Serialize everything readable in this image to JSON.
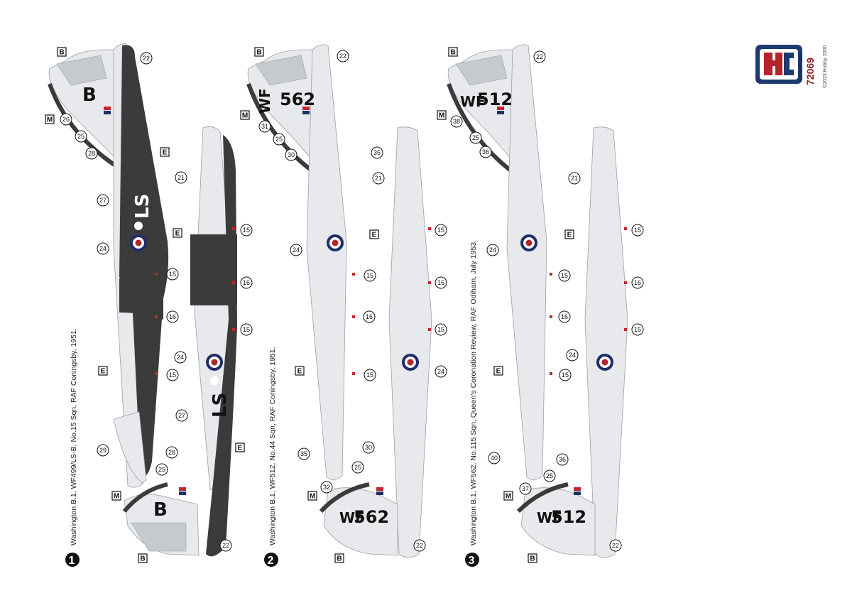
{
  "brand": {
    "product_code": "72069",
    "brand_name": "HOBBY 2000",
    "copyright": "©2023 Hobby 2000",
    "colors": {
      "blue": "#1c3a6e",
      "red": "#b3242b"
    }
  },
  "schemes": [
    {
      "number": "1",
      "caption": "Washington B.1, WF499/LS-B, No.15 Sqn, RAF Coningsby, 1951.",
      "codes": {
        "squadron": "LS",
        "letter": "B",
        "serial": "WF499"
      },
      "finish": "black undersides, light aircraft grey upper surfaces"
    },
    {
      "number": "2",
      "caption": "Washington B.1, WF512, No.44 Sqn, RAF Coningsby, 1951.",
      "codes": {
        "prefix": "WF",
        "serial_no": "562",
        "serial_small": "WF562"
      }
    },
    {
      "number": "3",
      "caption": "Washington B.1, WF562, No.115 Sqn, Queen’s Coronation Review, RAF Odiham, July 1953.",
      "codes": {
        "prefix": "WF",
        "serial_no": "512",
        "serial_small": "WF512"
      }
    }
  ],
  "letter_markers": {
    "B": "B",
    "M": "M",
    "E": "E"
  },
  "callouts": {
    "s1": [
      "22",
      "26",
      "25",
      "28",
      "27",
      "24",
      "15",
      "16",
      "15",
      "29",
      "28",
      "25",
      "22",
      "21",
      "15",
      "16",
      "15",
      "24",
      "27"
    ],
    "s2": [
      "22",
      "31",
      "25",
      "30",
      "35",
      "21",
      "24",
      "15",
      "16",
      "15",
      "15",
      "16",
      "15",
      "24",
      "35",
      "30",
      "25",
      "32",
      "22"
    ],
    "s3": [
      "22",
      "38",
      "25",
      "36",
      "21",
      "24",
      "15",
      "16",
      "15",
      "15",
      "16",
      "15",
      "24",
      "40",
      "36",
      "25",
      "37",
      "22"
    ]
  },
  "palette": {
    "grey": "#e7e9ec",
    "grey_outline": "#9aa0a6",
    "black_paint": "#3b3b3b",
    "roundel_blue": "#1e2f66",
    "roundel_red": "#b3242b",
    "fin_flash_red": "#c0272d",
    "fin_flash_blue": "#1e2f66",
    "control_surface": "#c6cace"
  }
}
